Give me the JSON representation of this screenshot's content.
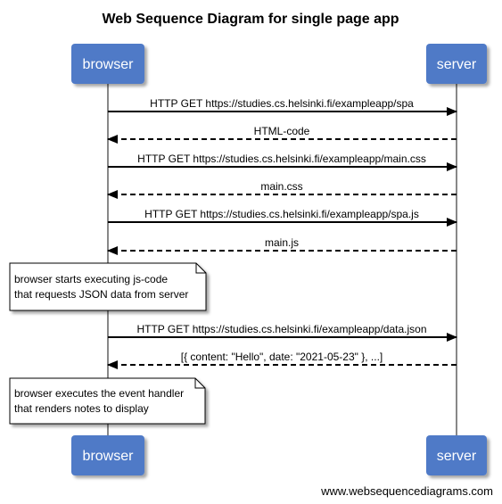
{
  "title": "Web Sequence Diagram for single page app",
  "participants": {
    "browser": "browser",
    "server": "server"
  },
  "messages": [
    {
      "from": "browser",
      "to": "server",
      "style": "solid",
      "label": "HTTP GET https://studies.cs.helsinki.fi/exampleapp/spa"
    },
    {
      "from": "server",
      "to": "browser",
      "style": "dashed",
      "label": "HTML-code"
    },
    {
      "from": "browser",
      "to": "server",
      "style": "solid",
      "label": "HTTP GET https://studies.cs.helsinki.fi/exampleapp/main.css"
    },
    {
      "from": "server",
      "to": "browser",
      "style": "dashed",
      "label": "main.css"
    },
    {
      "from": "browser",
      "to": "server",
      "style": "solid",
      "label": "HTTP GET https://studies.cs.helsinki.fi/exampleapp/spa.js"
    },
    {
      "from": "server",
      "to": "browser",
      "style": "dashed",
      "label": "main.js"
    },
    {
      "from": "browser",
      "to": "server",
      "style": "solid",
      "label": "HTTP GET https://studies.cs.helsinki.fi/exampleapp/data.json"
    },
    {
      "from": "server",
      "to": "browser",
      "style": "dashed",
      "label": "[{ content: \"Hello\", date: \"2021-05-23\" }, ...]"
    }
  ],
  "notes": [
    {
      "lines": [
        "browser starts executing js-code",
        "that requests JSON data from server"
      ]
    },
    {
      "lines": [
        "browser executes the event handler",
        "that renders notes to display"
      ]
    }
  ],
  "footer": "www.websequencediagrams.com",
  "colors": {
    "actor_fill": "#4f7ac7",
    "actor_text": "#ffffff",
    "lifeline": "#888888",
    "arrow": "#000000",
    "note_fill": "#ffffff",
    "note_border": "#000000"
  }
}
